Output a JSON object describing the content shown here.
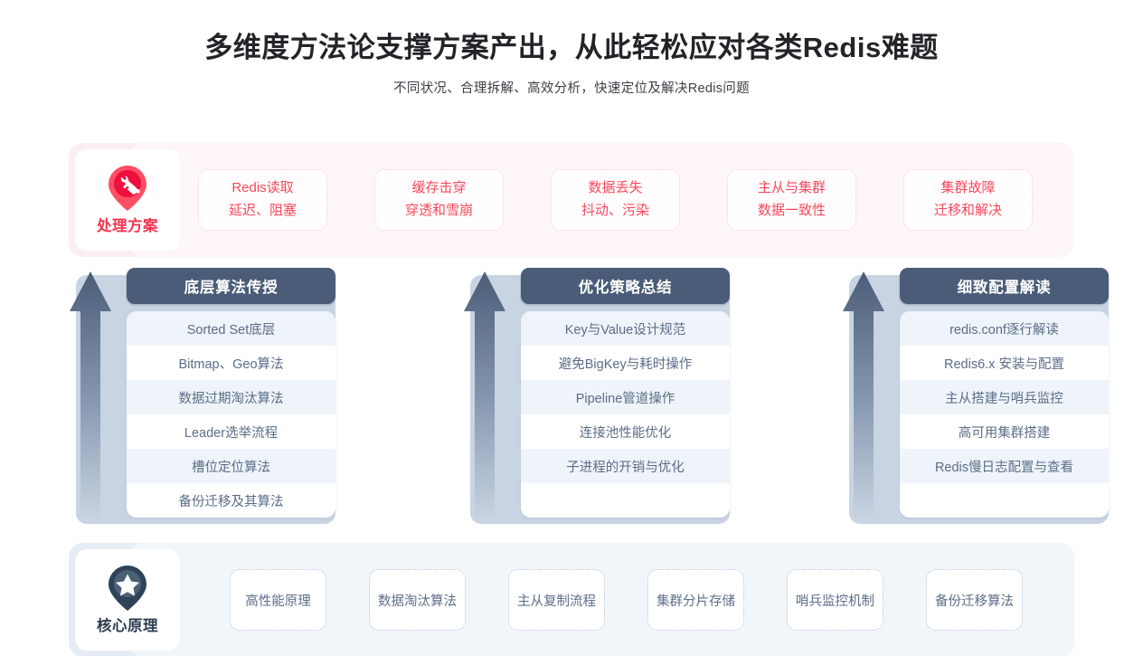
{
  "header": {
    "title": "多维度方法论支撑方案产出，从此轻松应对各类Redis难题",
    "subtitle": "不同状况、合理拆解、高效分析，快速定位及解决Redis问题"
  },
  "colors": {
    "accent_red": "#f8495c",
    "accent_pin_red": "#f5334f",
    "band_pink_outer": "#fdeef1",
    "band_pink_inner": "#fef6f7",
    "band_blue_outer": "#e5ecf4",
    "band_blue_inner": "#f1f6fb",
    "header_slate": "#4a5c77",
    "row_text": "#5b6d87",
    "row_alt_bg": "#eff4fa",
    "arrow_top": "#4a5c77",
    "arrow_bottom": "#c5d1e0"
  },
  "solution_band": {
    "badge": {
      "icon": "tools-pin-icon",
      "label": "处理方案"
    },
    "chips": [
      {
        "line1": "Redis读取",
        "line2": "延迟、阻塞"
      },
      {
        "line1": "缓存击穿",
        "line2": "穿透和雪崩"
      },
      {
        "line1": "数据丢失",
        "line2": "抖动、污染"
      },
      {
        "line1": "主从与集群",
        "line2": "数据一致性"
      },
      {
        "line1": "集群故障",
        "line2": "迁移和解决"
      }
    ]
  },
  "columns": [
    {
      "header": "底层算法传授",
      "icon": "up-arrow-icon",
      "rows": [
        "Sorted Set底层",
        "Bitmap、Geo算法",
        "数据过期淘汰算法",
        "Leader选举流程",
        "槽位定位算法",
        "备份迁移及其算法"
      ]
    },
    {
      "header": "优化策略总结",
      "icon": "up-arrow-icon",
      "rows": [
        "Key与Value设计规范",
        "避免BigKey与耗时操作",
        "Pipeline管道操作",
        "连接池性能优化",
        "子进程的开销与优化",
        ""
      ]
    },
    {
      "header": "细致配置解读",
      "icon": "up-arrow-icon",
      "rows": [
        "redis.conf逐行解读",
        "Redis6.x 安装与配置",
        "主从搭建与哨兵监控",
        "高可用集群搭建",
        "Redis慢日志配置与查看",
        ""
      ]
    }
  ],
  "principle_band": {
    "badge": {
      "icon": "star-pin-icon",
      "label": "核心原理"
    },
    "chips": [
      {
        "line1": "高性能原理"
      },
      {
        "line1": "数据淘汰算法"
      },
      {
        "line1": "主从复制流程"
      },
      {
        "line1": "集群分片存储"
      },
      {
        "line1": "哨兵监控机制"
      },
      {
        "line1": "备份迁移算法"
      }
    ]
  }
}
